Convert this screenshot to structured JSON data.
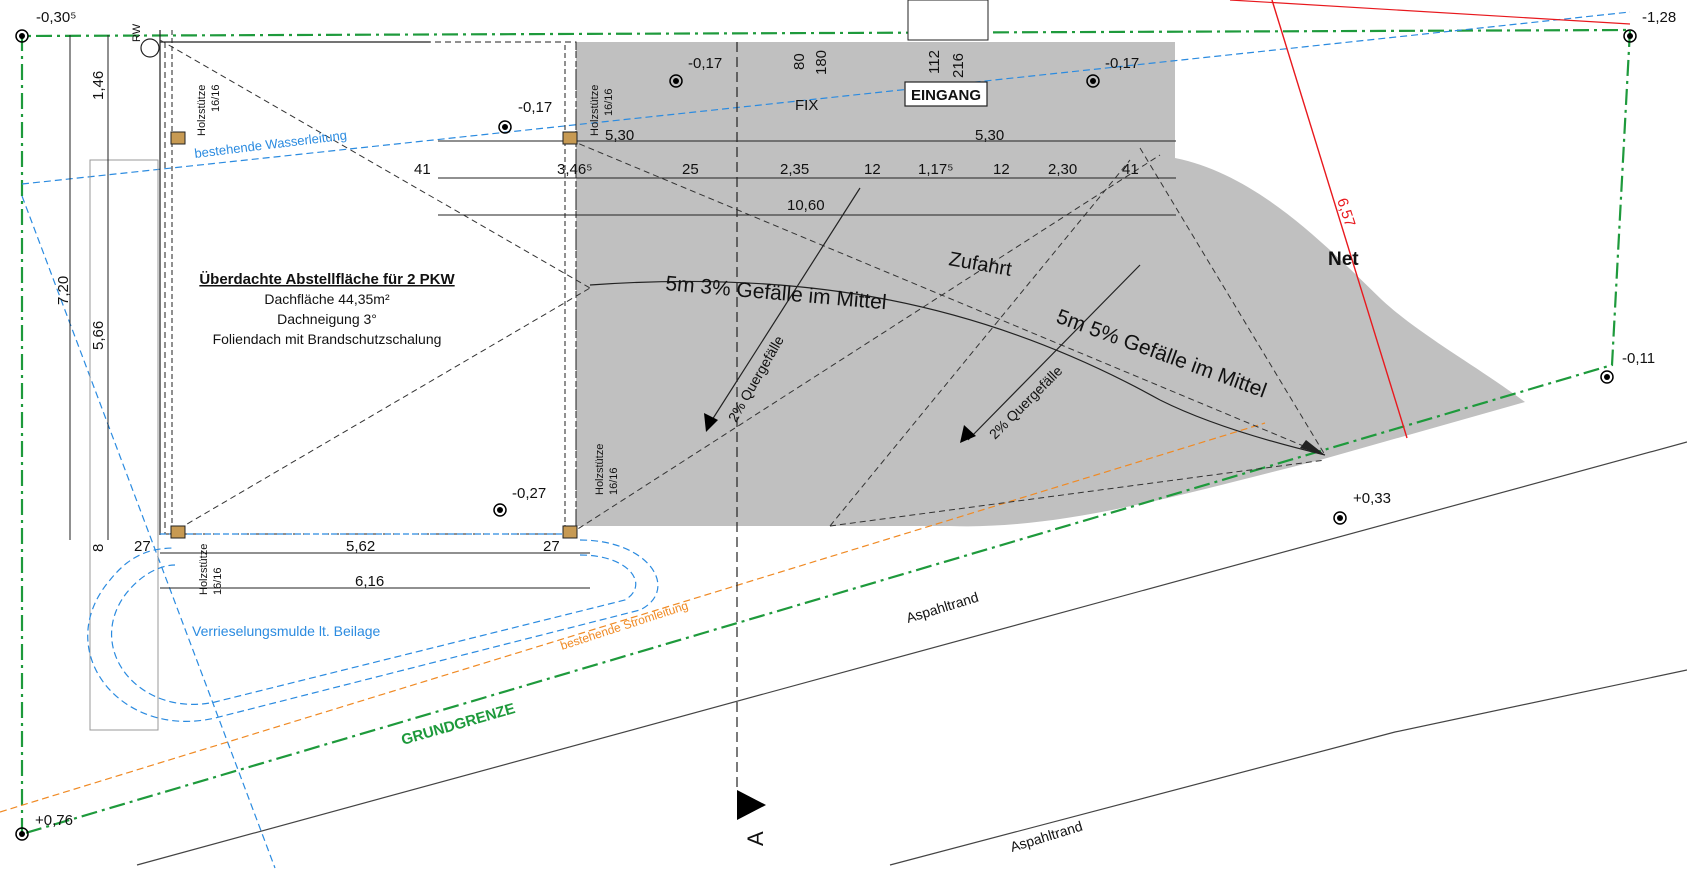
{
  "plan": {
    "labels": {
      "rw": "RW",
      "entrance": "EINGANG",
      "fix": "FIX",
      "driveway": "Zufahrt",
      "net_partial": "Net",
      "parking_title": "Überdachte Abstellfläche für 2 PKW",
      "parking_line1": "Dachfläche 44,35m²",
      "parking_line2": "Dachneigung 3°",
      "parking_line3": "Foliendach mit Brandschutzschalung",
      "slope_1": "5m 3% Gefälle im Mittel",
      "slope_2": "5m 5% Gefälle im Mittel",
      "cross_slope_1": "2% Quergefälle",
      "cross_slope_2": "2% Quergefälle",
      "water_line": "bestehende Wasserleitung",
      "power_line": "bestehende Stromleitung",
      "infiltration": "Verrieselungsmulde lt. Beilage",
      "boundary": "GRUNDGRENZE",
      "asphalt_1": "Aspahltrand",
      "asphalt_2": "Aspahltrand",
      "section": "A",
      "post_label": "Holzstütze",
      "post_size": "16/16"
    },
    "elevations": {
      "e1": "-0,30⁵",
      "e2": "-0,17",
      "e3": "-0,17",
      "e4": "-0,17",
      "e5": "-0,27",
      "e6": "-1,28",
      "e7": "-0,11",
      "e8": "+0,33",
      "e9": "+0,76"
    },
    "dimensions": {
      "d_530a": "5,30",
      "d_530b": "5,30",
      "d_41a": "41",
      "d_3465": "3,46⁵",
      "d_25": "25",
      "d_235": "2,35",
      "d_12a": "12",
      "d_1175": "1,17⁵",
      "d_12b": "12",
      "d_230": "2,30",
      "d_41b": "41",
      "d_1060": "10,60",
      "d_146": "1,46",
      "d_720": "7,20",
      "d_566": "5,66",
      "d_8": "8",
      "d_27a": "27",
      "d_562": "5,62",
      "d_27b": "27",
      "d_616": "6,16",
      "d_80": "80",
      "d_180": "180",
      "d_112": "112",
      "d_216": "216",
      "d_657": "6,57"
    },
    "colors": {
      "paving": "#c0c0c0",
      "boundary": "#1e9a3c",
      "water": "#2b8be0",
      "power": "#f08a24",
      "measure": "#e8191e"
    }
  }
}
